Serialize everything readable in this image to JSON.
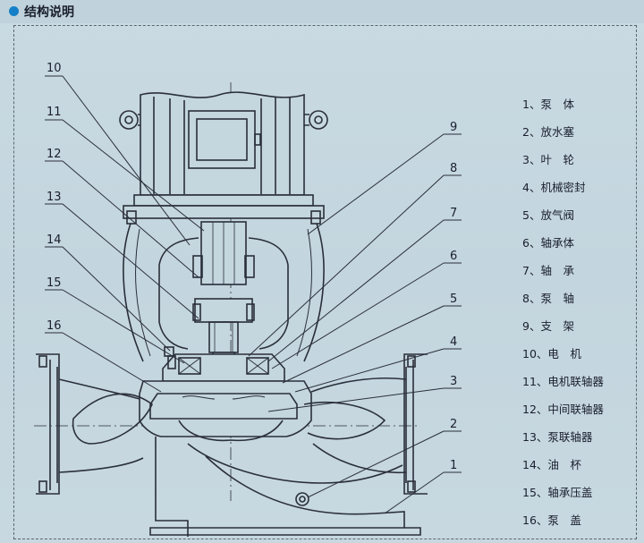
{
  "header": {
    "title": "结构说明"
  },
  "diagram": {
    "callouts": [
      "1",
      "2",
      "3",
      "4",
      "5",
      "6",
      "7",
      "8",
      "9",
      "10",
      "11",
      "12",
      "13",
      "14",
      "15",
      "16"
    ]
  },
  "legend": [
    "1、泵　体",
    "2、放水塞",
    "3、叶　轮",
    "4、机械密封",
    "5、放气阀",
    "6、轴承体",
    "7、轴　承",
    "8、泵　轴",
    "9、支　架",
    "10、电　机",
    "11、电机联轴器",
    "12、中间联轴器",
    "13、泵联轴器",
    "14、油　杯",
    "15、轴承压盖",
    "16、泵　盖"
  ],
  "colors": {
    "background": "#c6d7df",
    "line": "#2a2f3a",
    "accent": "#1580c8"
  }
}
